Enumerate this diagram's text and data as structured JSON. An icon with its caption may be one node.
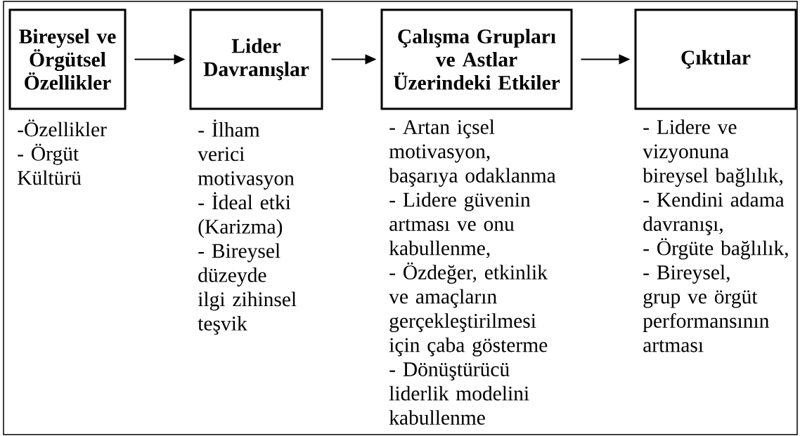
{
  "diagram": {
    "nodes": [
      {
        "text": [
          "Bireysel ve Örgütsel Özellikler"
        ],
        "beside": [
          "-Özellikler",
          "- Örgüt Kültürü"
        ]
      },
      {
        "text": [
          "Lider Davranışlar"
        ],
        "beside": [
          "- İlham verici motivasyon",
          "- İdeal etki (Karizma)",
          "- Bireysel düzeyde ilgi zihinsel teşvik"
        ]
      },
      {
        "text": [
          "Çalışma Grupları ve Astlar Üzerindeki Etkiler"
        ],
        "beside": [
          "- Artan içsel motivasyon, başarıya odaklanma",
          "- Lidere güvenin artması ve onu kabullenme,",
          "- Özdeğer, etkinlik ve amaçların gerçekleştirilmesi için çaba gösterme",
          "- Dönüştürücü liderlik modelini kabullenme"
        ]
      },
      {
        "text": [
          "Çıktılar"
        ],
        "beside": [
          "- Lidere ve vizyonuna bireysel bağlılık,",
          "- Kendini adama davranışı,",
          "- Örgüte bağlılık,",
          "- Bireysel, grup ve örgüt performansının artması"
        ]
      }
    ],
    "edges": [
      {
        "from": 0,
        "to": 1,
        "arrow": "to"
      },
      {
        "from": 1,
        "to": 2,
        "arrow": "to"
      },
      {
        "from": 2,
        "to": 3,
        "arrow": "to"
      }
    ]
  }
}
